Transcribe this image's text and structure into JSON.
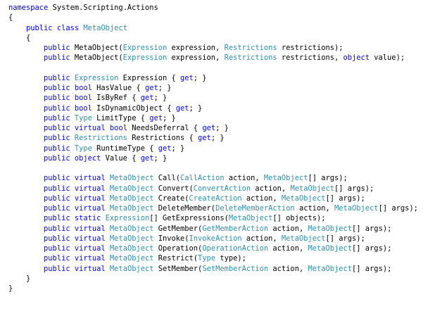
{
  "editor": {
    "colors": {
      "background": "#ffffff",
      "keyword": "#0000ff",
      "type": "#2b91af",
      "plain": "#000000"
    },
    "lines": [
      [
        [
          "kw",
          "namespace"
        ],
        [
          "p",
          " System.Scripting.Actions"
        ]
      ],
      [
        [
          "p",
          "{"
        ]
      ],
      [
        [
          "p",
          "    "
        ],
        [
          "kw",
          "public"
        ],
        [
          "p",
          " "
        ],
        [
          "kw",
          "class"
        ],
        [
          "p",
          " "
        ],
        [
          "t",
          "MetaObject"
        ]
      ],
      [
        [
          "p",
          "    {"
        ]
      ],
      [
        [
          "p",
          "        "
        ],
        [
          "kw",
          "public"
        ],
        [
          "p",
          " MetaObject("
        ],
        [
          "t",
          "Expression"
        ],
        [
          "p",
          " expression, "
        ],
        [
          "t",
          "Restrictions"
        ],
        [
          "p",
          " restrictions);"
        ]
      ],
      [
        [
          "p",
          "        "
        ],
        [
          "kw",
          "public"
        ],
        [
          "p",
          " MetaObject("
        ],
        [
          "t",
          "Expression"
        ],
        [
          "p",
          " expression, "
        ],
        [
          "t",
          "Restrictions"
        ],
        [
          "p",
          " restrictions, "
        ],
        [
          "kw",
          "object"
        ],
        [
          "p",
          " value);"
        ]
      ],
      [],
      [
        [
          "p",
          "        "
        ],
        [
          "kw",
          "public"
        ],
        [
          "p",
          " "
        ],
        [
          "t",
          "Expression"
        ],
        [
          "p",
          " Expression { "
        ],
        [
          "kw",
          "get"
        ],
        [
          "p",
          "; }"
        ]
      ],
      [
        [
          "p",
          "        "
        ],
        [
          "kw",
          "public"
        ],
        [
          "p",
          " "
        ],
        [
          "kw",
          "bool"
        ],
        [
          "p",
          " HasValue { "
        ],
        [
          "kw",
          "get"
        ],
        [
          "p",
          "; }"
        ]
      ],
      [
        [
          "p",
          "        "
        ],
        [
          "kw",
          "public"
        ],
        [
          "p",
          " "
        ],
        [
          "kw",
          "bool"
        ],
        [
          "p",
          " IsByRef { "
        ],
        [
          "kw",
          "get"
        ],
        [
          "p",
          "; }"
        ]
      ],
      [
        [
          "p",
          "        "
        ],
        [
          "kw",
          "public"
        ],
        [
          "p",
          " "
        ],
        [
          "kw",
          "bool"
        ],
        [
          "p",
          " IsDynamicObject { "
        ],
        [
          "kw",
          "get"
        ],
        [
          "p",
          "; }"
        ]
      ],
      [
        [
          "p",
          "        "
        ],
        [
          "kw",
          "public"
        ],
        [
          "p",
          " "
        ],
        [
          "t",
          "Type"
        ],
        [
          "p",
          " LimitType { "
        ],
        [
          "kw",
          "get"
        ],
        [
          "p",
          "; }"
        ]
      ],
      [
        [
          "p",
          "        "
        ],
        [
          "kw",
          "public"
        ],
        [
          "p",
          " "
        ],
        [
          "kw",
          "virtual"
        ],
        [
          "p",
          " "
        ],
        [
          "kw",
          "bool"
        ],
        [
          "p",
          " NeedsDeferral { "
        ],
        [
          "kw",
          "get"
        ],
        [
          "p",
          "; }"
        ]
      ],
      [
        [
          "p",
          "        "
        ],
        [
          "kw",
          "public"
        ],
        [
          "p",
          " "
        ],
        [
          "t",
          "Restrictions"
        ],
        [
          "p",
          " Restrictions { "
        ],
        [
          "kw",
          "get"
        ],
        [
          "p",
          "; }"
        ]
      ],
      [
        [
          "p",
          "        "
        ],
        [
          "kw",
          "public"
        ],
        [
          "p",
          " "
        ],
        [
          "t",
          "Type"
        ],
        [
          "p",
          " RuntimeType { "
        ],
        [
          "kw",
          "get"
        ],
        [
          "p",
          "; }"
        ]
      ],
      [
        [
          "p",
          "        "
        ],
        [
          "kw",
          "public"
        ],
        [
          "p",
          " "
        ],
        [
          "kw",
          "object"
        ],
        [
          "p",
          " Value { "
        ],
        [
          "kw",
          "get"
        ],
        [
          "p",
          "; }"
        ]
      ],
      [],
      [
        [
          "p",
          "        "
        ],
        [
          "kw",
          "public"
        ],
        [
          "p",
          " "
        ],
        [
          "kw",
          "virtual"
        ],
        [
          "p",
          " "
        ],
        [
          "t",
          "MetaObject"
        ],
        [
          "p",
          " Call("
        ],
        [
          "t",
          "CallAction"
        ],
        [
          "p",
          " action, "
        ],
        [
          "t",
          "MetaObject"
        ],
        [
          "p",
          "[] args);"
        ]
      ],
      [
        [
          "p",
          "        "
        ],
        [
          "kw",
          "public"
        ],
        [
          "p",
          " "
        ],
        [
          "kw",
          "virtual"
        ],
        [
          "p",
          " "
        ],
        [
          "t",
          "MetaObject"
        ],
        [
          "p",
          " Convert("
        ],
        [
          "t",
          "ConvertAction"
        ],
        [
          "p",
          " action, "
        ],
        [
          "t",
          "MetaObject"
        ],
        [
          "p",
          "[] args);"
        ]
      ],
      [
        [
          "p",
          "        "
        ],
        [
          "kw",
          "public"
        ],
        [
          "p",
          " "
        ],
        [
          "kw",
          "virtual"
        ],
        [
          "p",
          " "
        ],
        [
          "t",
          "MetaObject"
        ],
        [
          "p",
          " Create("
        ],
        [
          "t",
          "CreateAction"
        ],
        [
          "p",
          " action, "
        ],
        [
          "t",
          "MetaObject"
        ],
        [
          "p",
          "[] args);"
        ]
      ],
      [
        [
          "p",
          "        "
        ],
        [
          "kw",
          "public"
        ],
        [
          "p",
          " "
        ],
        [
          "kw",
          "virtual"
        ],
        [
          "p",
          " "
        ],
        [
          "t",
          "MetaObject"
        ],
        [
          "p",
          " DeleteMember("
        ],
        [
          "t",
          "DeleteMemberAction"
        ],
        [
          "p",
          " action, "
        ],
        [
          "t",
          "MetaObject"
        ],
        [
          "p",
          "[] args);"
        ]
      ],
      [
        [
          "p",
          "        "
        ],
        [
          "kw",
          "public"
        ],
        [
          "p",
          " "
        ],
        [
          "kw",
          "static"
        ],
        [
          "p",
          " "
        ],
        [
          "t",
          "Expression"
        ],
        [
          "p",
          "[] GetExpressions("
        ],
        [
          "t",
          "MetaObject"
        ],
        [
          "p",
          "[] objects);"
        ]
      ],
      [
        [
          "p",
          "        "
        ],
        [
          "kw",
          "public"
        ],
        [
          "p",
          " "
        ],
        [
          "kw",
          "virtual"
        ],
        [
          "p",
          " "
        ],
        [
          "t",
          "MetaObject"
        ],
        [
          "p",
          " GetMember("
        ],
        [
          "t",
          "GetMemberAction"
        ],
        [
          "p",
          " action, "
        ],
        [
          "t",
          "MetaObject"
        ],
        [
          "p",
          "[] args);"
        ]
      ],
      [
        [
          "p",
          "        "
        ],
        [
          "kw",
          "public"
        ],
        [
          "p",
          " "
        ],
        [
          "kw",
          "virtual"
        ],
        [
          "p",
          " "
        ],
        [
          "t",
          "MetaObject"
        ],
        [
          "p",
          " Invoke("
        ],
        [
          "t",
          "InvokeAction"
        ],
        [
          "p",
          " action, "
        ],
        [
          "t",
          "MetaObject"
        ],
        [
          "p",
          "[] args);"
        ]
      ],
      [
        [
          "p",
          "        "
        ],
        [
          "kw",
          "public"
        ],
        [
          "p",
          " "
        ],
        [
          "kw",
          "virtual"
        ],
        [
          "p",
          " "
        ],
        [
          "t",
          "MetaObject"
        ],
        [
          "p",
          " Operation("
        ],
        [
          "t",
          "OperationAction"
        ],
        [
          "p",
          " action, "
        ],
        [
          "t",
          "MetaObject"
        ],
        [
          "p",
          "[] args);"
        ]
      ],
      [
        [
          "p",
          "        "
        ],
        [
          "kw",
          "public"
        ],
        [
          "p",
          " "
        ],
        [
          "kw",
          "virtual"
        ],
        [
          "p",
          " "
        ],
        [
          "t",
          "MetaObject"
        ],
        [
          "p",
          " Restrict("
        ],
        [
          "t",
          "Type"
        ],
        [
          "p",
          " type);"
        ]
      ],
      [
        [
          "p",
          "        "
        ],
        [
          "kw",
          "public"
        ],
        [
          "p",
          " "
        ],
        [
          "kw",
          "virtual"
        ],
        [
          "p",
          " "
        ],
        [
          "t",
          "MetaObject"
        ],
        [
          "p",
          " SetMember("
        ],
        [
          "t",
          "SetMemberAction"
        ],
        [
          "p",
          " action, "
        ],
        [
          "t",
          "MetaObject"
        ],
        [
          "p",
          "[] args);"
        ]
      ],
      [
        [
          "p",
          "    }"
        ]
      ],
      [
        [
          "p",
          "}"
        ]
      ]
    ]
  }
}
